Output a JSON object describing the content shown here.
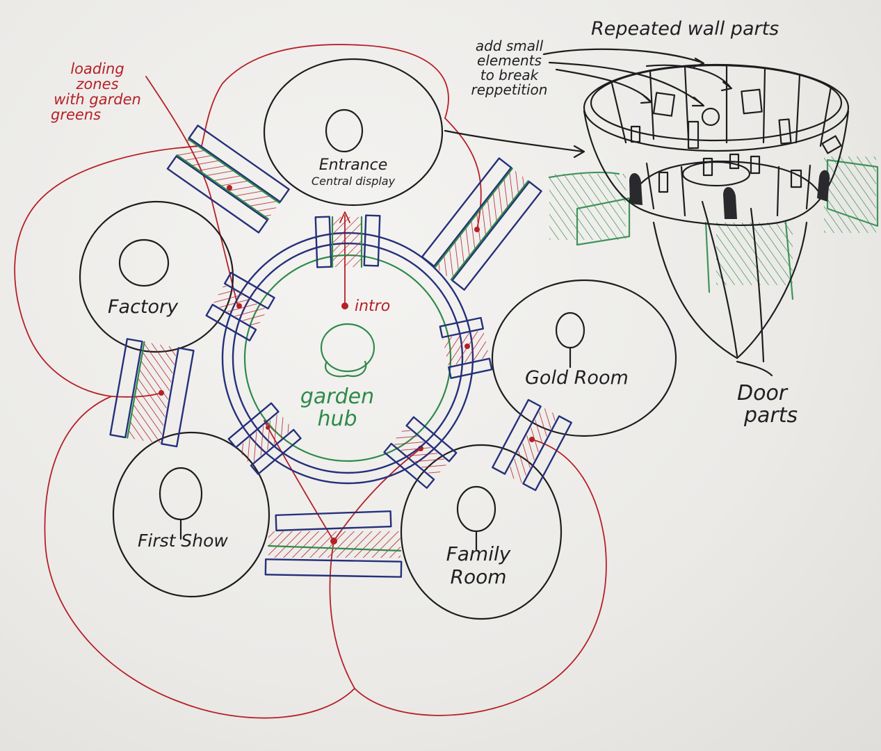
{
  "rooms": {
    "entrance": {
      "line1": "Entrance",
      "line2": "Central display"
    },
    "factory": {
      "label": "Factory"
    },
    "gold_room": {
      "label": "Gold Room"
    },
    "first_show": {
      "label": "First Show"
    },
    "family_room": {
      "line1": "Family",
      "line2": "Room"
    },
    "hub": {
      "line1": "garden",
      "line2": "hub"
    }
  },
  "annotations": {
    "intro": "intro",
    "loading_zones": [
      "loading",
      "zones",
      "with garden",
      "greens"
    ],
    "repeated_wall_parts": "Repeated wall parts",
    "add_small_elements": [
      "add small",
      "elements",
      "to break",
      "reppetition"
    ],
    "door_parts": [
      "Door",
      "parts"
    ]
  },
  "colors": {
    "black_ink": "#1d1d1f",
    "blue_ink": "#25307a",
    "green_ink": "#2e8a49",
    "red_ink": "#b52026",
    "board": "#ecebe8"
  }
}
